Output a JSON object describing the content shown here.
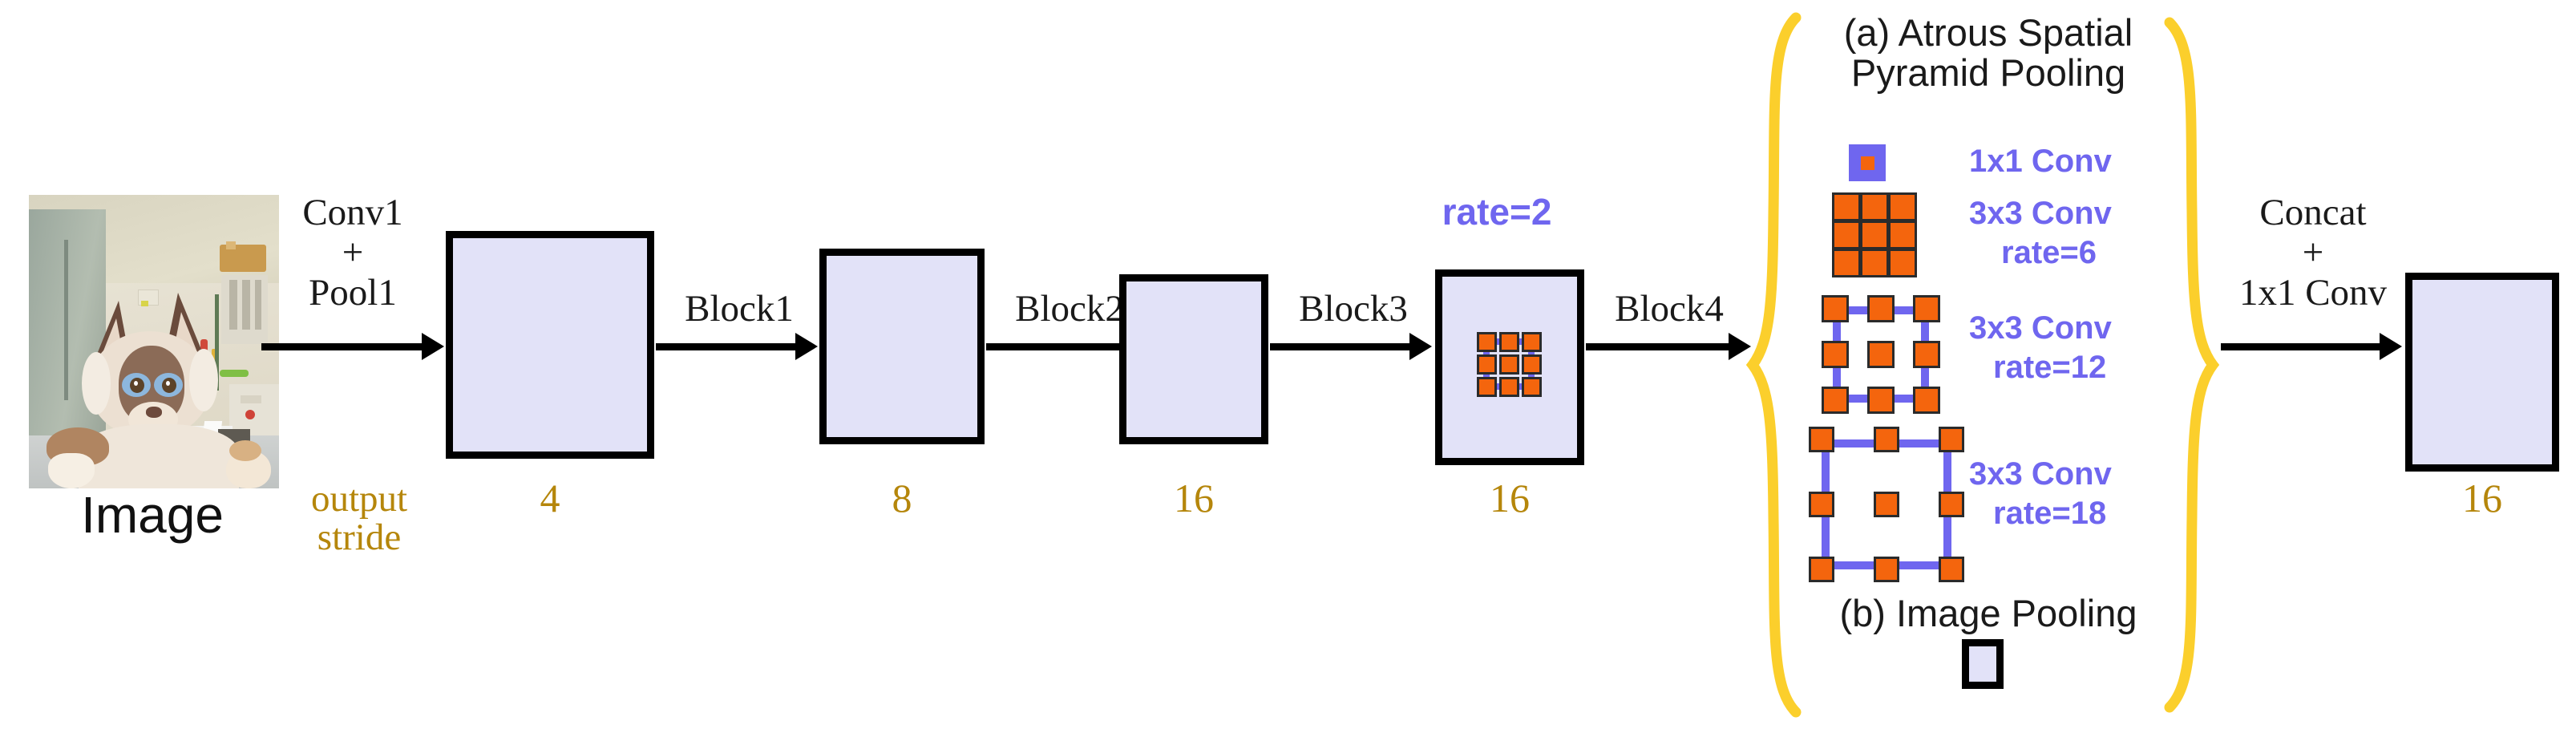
{
  "diagram": {
    "title_hidden": "",
    "colors": {
      "feature_box_fill": "#e2e2f8",
      "feature_box_border": "#000000",
      "stride_text": "#b5860b",
      "label_text": "#1a1a1a",
      "atrous_accent": "#6f66ef",
      "kernel_dot": "#f4650d",
      "brace": "#fbcf2c"
    },
    "image_caption": "Image",
    "output_stride_label_line1": "output",
    "output_stride_label_line2": "stride",
    "stages": [
      {
        "arrow_label_line1": "Conv1",
        "arrow_label_line2": "+",
        "arrow_label_line3": "Pool1",
        "stride": "4"
      },
      {
        "arrow_label_line1": "Block1",
        "stride": "8"
      },
      {
        "arrow_label_line1": "Block2",
        "stride": "16"
      },
      {
        "arrow_label_line1": "Block3",
        "stride": "16"
      },
      {
        "arrow_label_line1": "Block4"
      }
    ],
    "block3_rate_label": "rate=2",
    "aspp": {
      "heading_line1": "(a) Atrous Spatial",
      "heading_line2": "Pyramid Pooling",
      "branches": [
        {
          "label_line1": "1x1 Conv",
          "label_line2": "",
          "kernel": "1x1",
          "rate": 1
        },
        {
          "label_line1": "3x3 Conv",
          "label_line2": "rate=6",
          "kernel": "3x3",
          "rate": 6
        },
        {
          "label_line1": "3x3 Conv",
          "label_line2": "rate=12",
          "kernel": "3x3",
          "rate": 12
        },
        {
          "label_line1": "3x3 Conv",
          "label_line2": "rate=18",
          "kernel": "3x3",
          "rate": 18
        }
      ],
      "image_pooling_heading": "(b) Image Pooling"
    },
    "output": {
      "arrow_label_line1": "Concat",
      "arrow_label_line2": "+",
      "arrow_label_line3": "1x1 Conv",
      "stride": "16"
    }
  }
}
